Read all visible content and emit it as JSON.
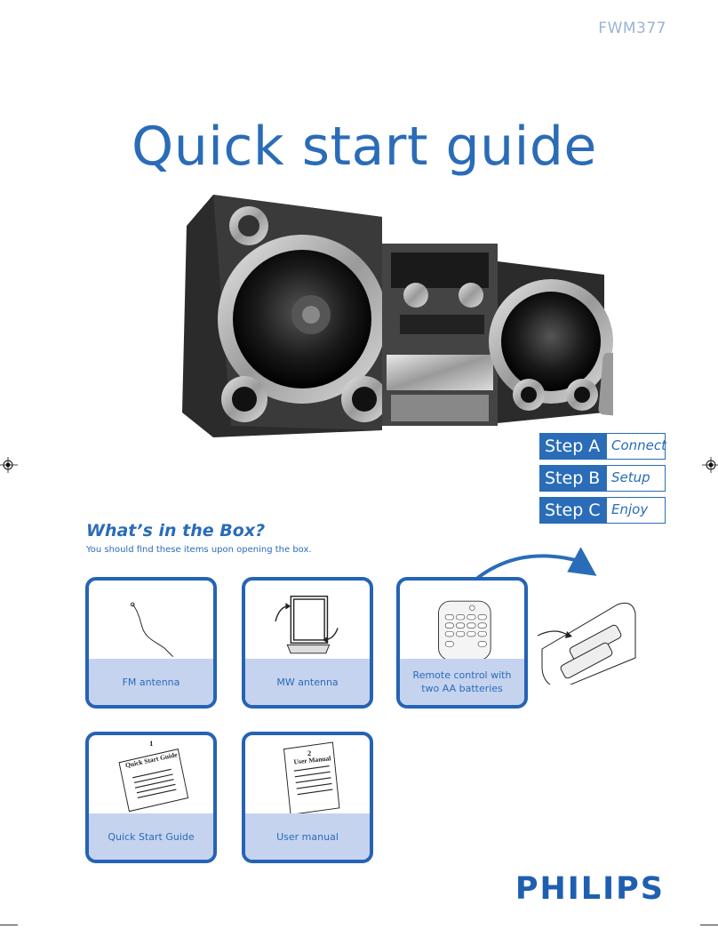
{
  "header": {
    "model": "FWM377"
  },
  "title": "Quick start guide",
  "steps": [
    {
      "tag": "Step A",
      "word": "Connect"
    },
    {
      "tag": "Step B",
      "word": "Setup"
    },
    {
      "tag": "Step C",
      "word": "Enjoy"
    }
  ],
  "box": {
    "heading": "What’s in the Box?",
    "subtitle": "You should find these items upon opening the box.",
    "items": [
      {
        "caption": "FM antenna"
      },
      {
        "caption": "MW antenna"
      },
      {
        "caption": "Remote control with two AA batteries"
      },
      {
        "caption": "Quick Start Guide",
        "booklet_number": "1",
        "booklet_title": "Quick Start Guide"
      },
      {
        "caption": "User manual",
        "booklet_number": "2",
        "booklet_title": "User Manual"
      }
    ]
  },
  "brand": {
    "logo": "PHILIPS"
  },
  "colors": {
    "accent": "#2a6cb8",
    "caption_bg": "#c5d3ef",
    "card_border": "#2563b5"
  }
}
